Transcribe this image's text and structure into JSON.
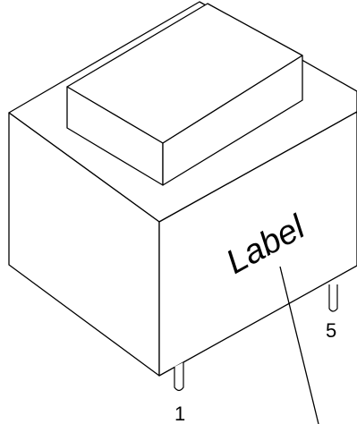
{
  "diagram": {
    "body_label": "Label",
    "pin_labels": {
      "pin_1": "1",
      "pin_5": "5"
    },
    "colors": {
      "stroke": "#000000",
      "fill": "#ffffff"
    }
  }
}
